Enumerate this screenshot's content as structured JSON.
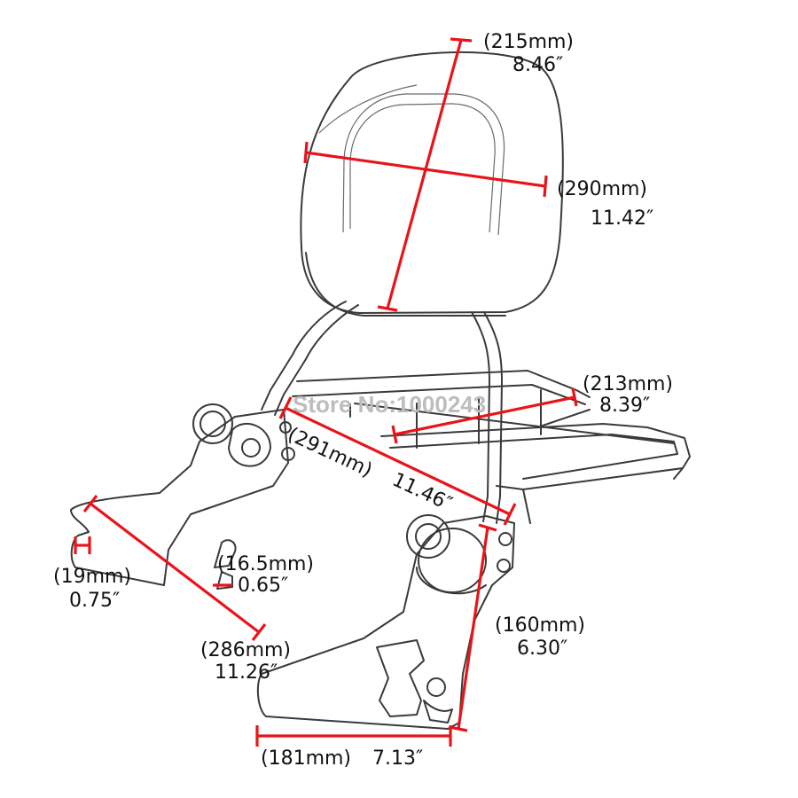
{
  "watermark": "Store No:1000243",
  "colors": {
    "dimension_line": "#e8141a",
    "outline": "#3a3a3a",
    "text": "#111111"
  },
  "dimensions": {
    "pad_height": {
      "metric": "(215mm)",
      "imperial": "8.46″"
    },
    "pad_width": {
      "metric": "(290mm)",
      "imperial": "11.42″"
    },
    "rack_width": {
      "metric": "(213mm)",
      "imperial": "8.39″"
    },
    "rack_length": {
      "metric": "(291mm)",
      "imperial": "11.46″"
    },
    "slot_width": {
      "metric": "(19mm)",
      "imperial": "0.75″"
    },
    "hole_size": {
      "metric": "(16.5mm)",
      "imperial": "0.65″"
    },
    "plate_diagonal": {
      "metric": "(286mm)",
      "imperial": "11.26″"
    },
    "plate_height": {
      "metric": "(160mm)",
      "imperial": "6.30″"
    },
    "plate_width": {
      "metric": "(181mm)",
      "imperial": "7.13″"
    }
  }
}
